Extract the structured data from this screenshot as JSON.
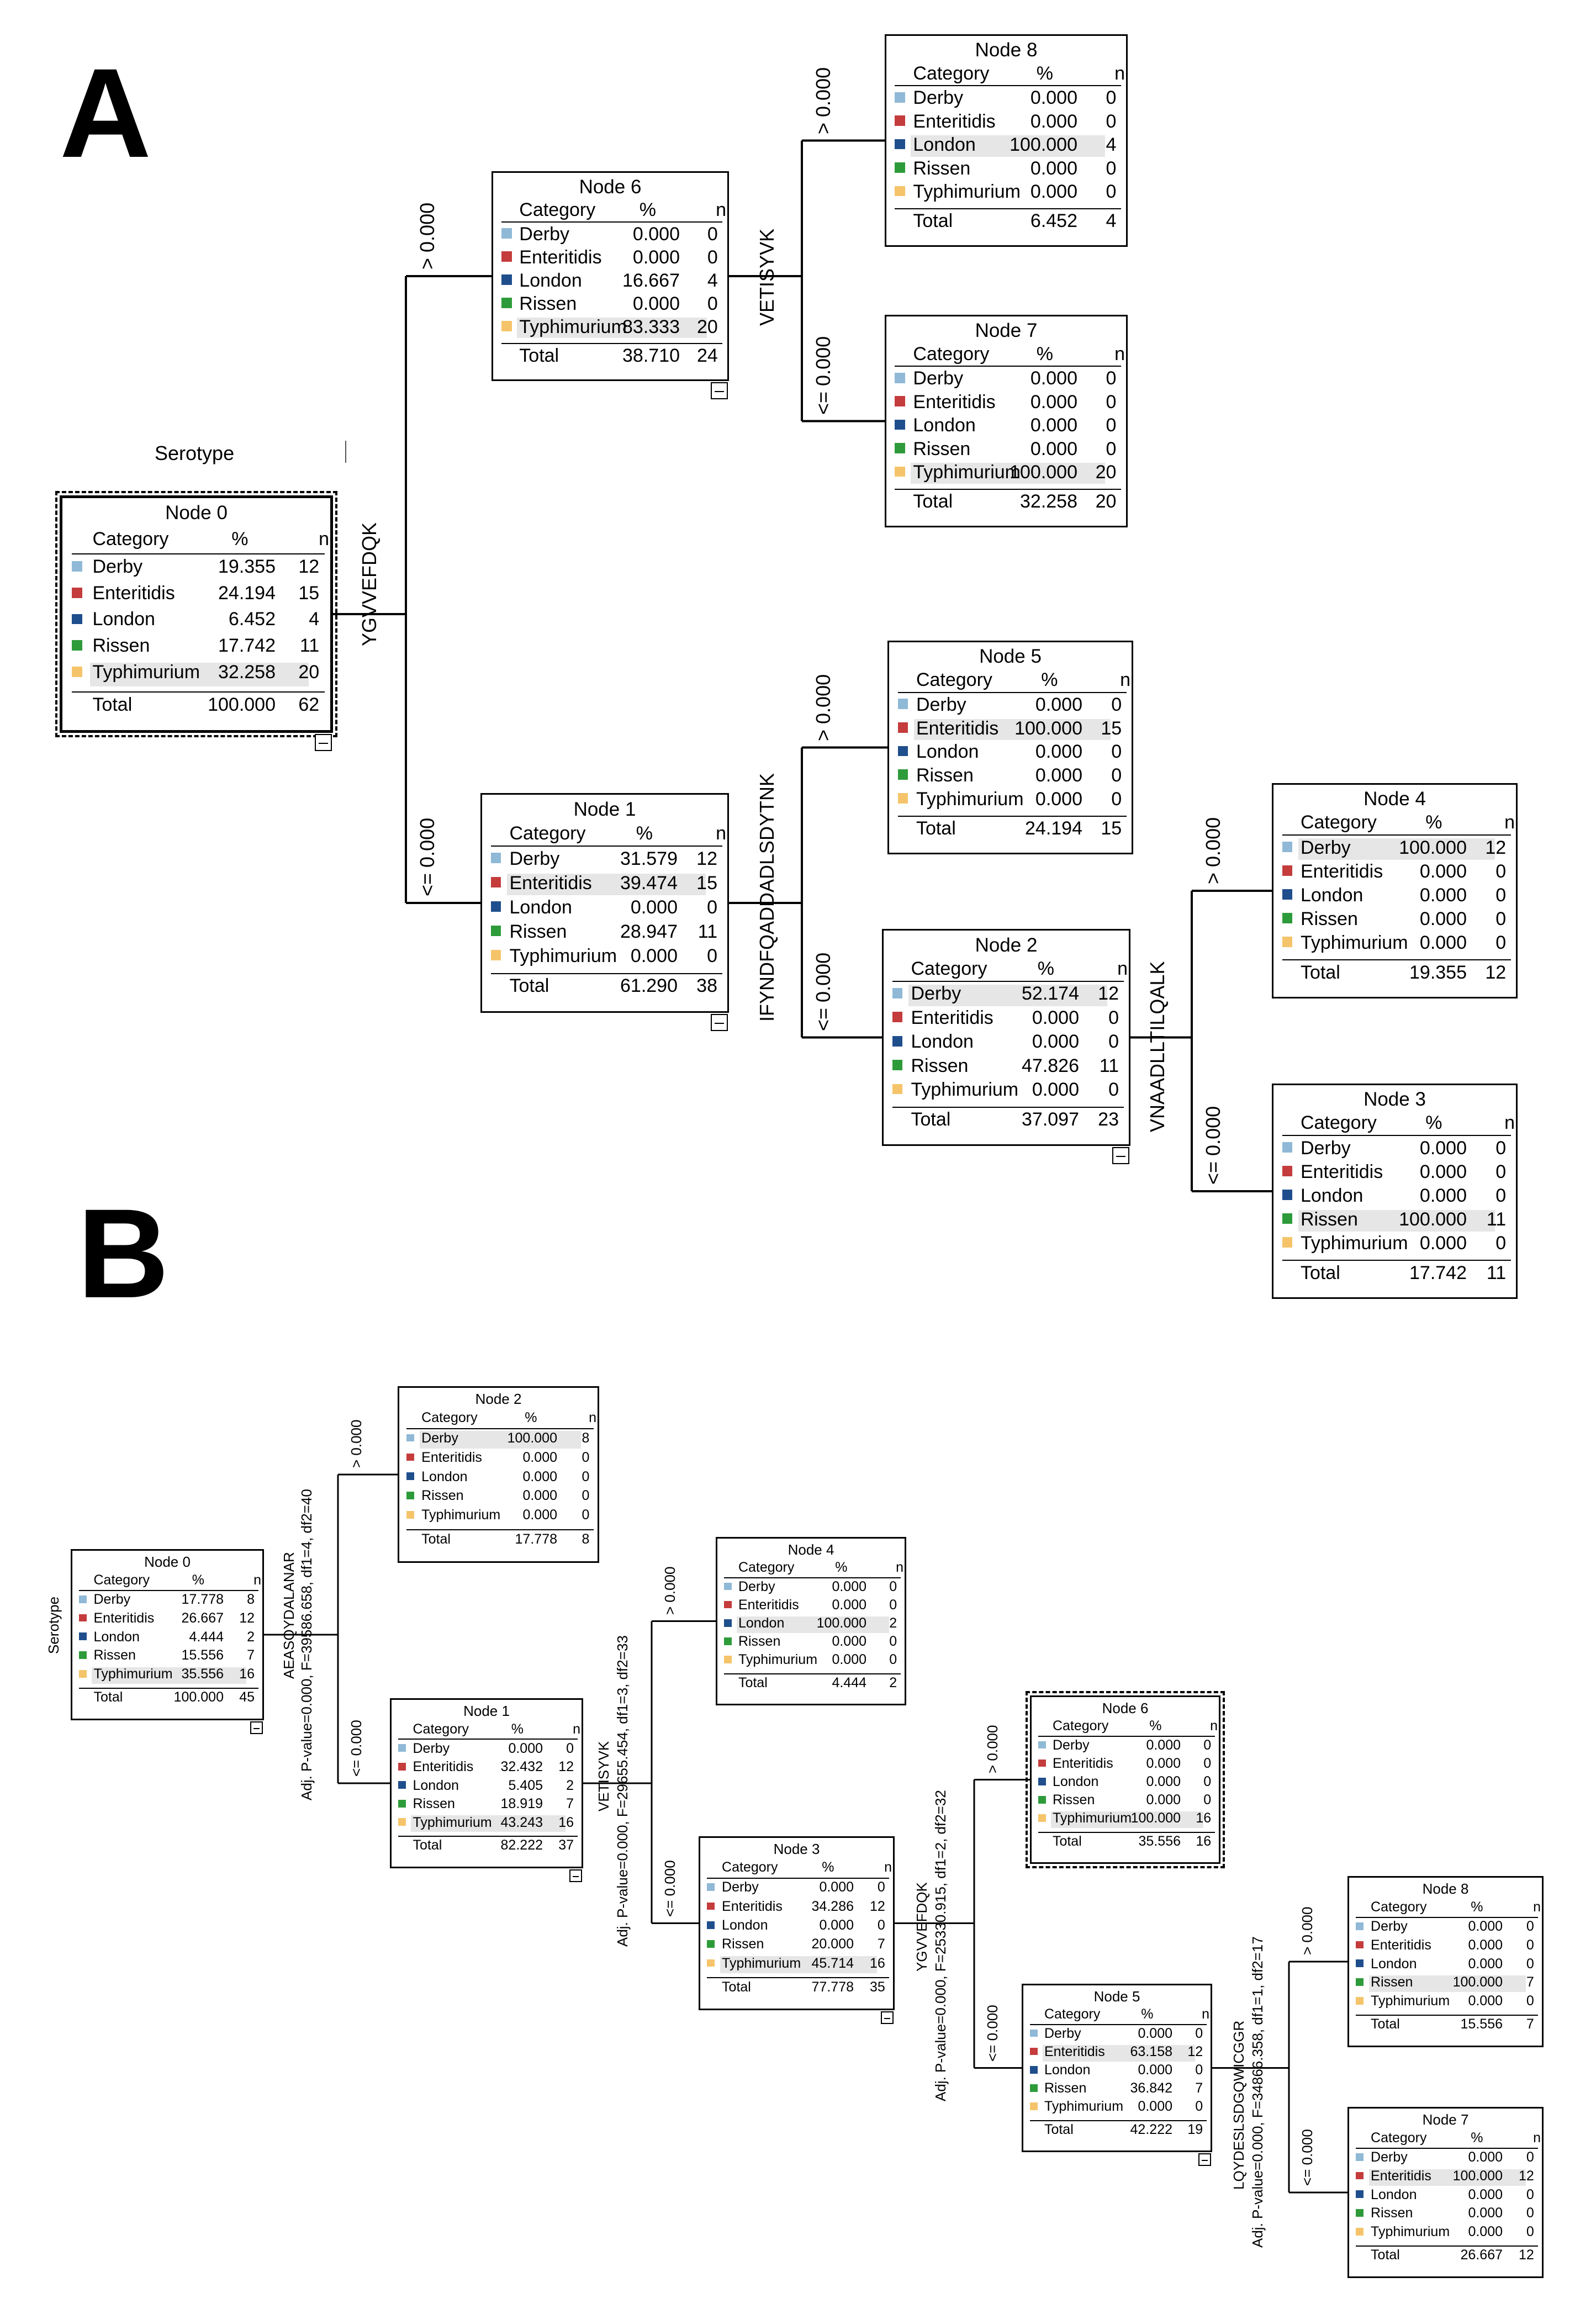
{
  "colors": {
    "Derby": "#8fb9d6",
    "Enteritidis": "#c43c3c",
    "London": "#1f4e8c",
    "Rissen": "#2e9b3a",
    "Typhimurium": "#f5c46a"
  },
  "panels": [
    {
      "letter": "A",
      "root_title": "Serotype",
      "headers": {
        "category": "Category",
        "percent": "%",
        "n": "n",
        "total": "Total"
      },
      "collapse_icon": "minus-icon",
      "nodes": [
        {
          "id": "n0",
          "title": "Node 0",
          "rows": [
            [
              "Derby",
              "19.355",
              "12"
            ],
            [
              "Enteritidis",
              "24.194",
              "15"
            ],
            [
              "London",
              "6.452",
              "4"
            ],
            [
              "Rissen",
              "17.742",
              "11"
            ],
            [
              "Typhimurium",
              "32.258",
              "20"
            ]
          ],
          "total": [
            "100.000",
            "62"
          ]
        },
        {
          "id": "n6",
          "title": "Node 6",
          "rows": [
            [
              "Derby",
              "0.000",
              "0"
            ],
            [
              "Enteritidis",
              "0.000",
              "0"
            ],
            [
              "London",
              "16.667",
              "4"
            ],
            [
              "Rissen",
              "0.000",
              "0"
            ],
            [
              "Typhimurium",
              "83.333",
              "20"
            ]
          ],
          "total": [
            "38.710",
            "24"
          ]
        },
        {
          "id": "n8",
          "title": "Node 8",
          "rows": [
            [
              "Derby",
              "0.000",
              "0"
            ],
            [
              "Enteritidis",
              "0.000",
              "0"
            ],
            [
              "London",
              "100.000",
              "4"
            ],
            [
              "Rissen",
              "0.000",
              "0"
            ],
            [
              "Typhimurium",
              "0.000",
              "0"
            ]
          ],
          "total": [
            "6.452",
            "4"
          ]
        },
        {
          "id": "n7",
          "title": "Node 7",
          "rows": [
            [
              "Derby",
              "0.000",
              "0"
            ],
            [
              "Enteritidis",
              "0.000",
              "0"
            ],
            [
              "London",
              "0.000",
              "0"
            ],
            [
              "Rissen",
              "0.000",
              "0"
            ],
            [
              "Typhimurium",
              "100.000",
              "20"
            ]
          ],
          "total": [
            "32.258",
            "20"
          ]
        },
        {
          "id": "n1",
          "title": "Node 1",
          "rows": [
            [
              "Derby",
              "31.579",
              "12"
            ],
            [
              "Enteritidis",
              "39.474",
              "15"
            ],
            [
              "London",
              "0.000",
              "0"
            ],
            [
              "Rissen",
              "28.947",
              "11"
            ],
            [
              "Typhimurium",
              "0.000",
              "0"
            ]
          ],
          "total": [
            "61.290",
            "38"
          ]
        },
        {
          "id": "n5",
          "title": "Node 5",
          "rows": [
            [
              "Derby",
              "0.000",
              "0"
            ],
            [
              "Enteritidis",
              "100.000",
              "15"
            ],
            [
              "London",
              "0.000",
              "0"
            ],
            [
              "Rissen",
              "0.000",
              "0"
            ],
            [
              "Typhimurium",
              "0.000",
              "0"
            ]
          ],
          "total": [
            "24.194",
            "15"
          ]
        },
        {
          "id": "n2",
          "title": "Node 2",
          "rows": [
            [
              "Derby",
              "52.174",
              "12"
            ],
            [
              "Enteritidis",
              "0.000",
              "0"
            ],
            [
              "London",
              "0.000",
              "0"
            ],
            [
              "Rissen",
              "47.826",
              "11"
            ],
            [
              "Typhimurium",
              "0.000",
              "0"
            ]
          ],
          "total": [
            "37.097",
            "23"
          ]
        },
        {
          "id": "n4",
          "title": "Node 4",
          "rows": [
            [
              "Derby",
              "100.000",
              "12"
            ],
            [
              "Enteritidis",
              "0.000",
              "0"
            ],
            [
              "London",
              "0.000",
              "0"
            ],
            [
              "Rissen",
              "0.000",
              "0"
            ],
            [
              "Typhimurium",
              "0.000",
              "0"
            ]
          ],
          "total": [
            "19.355",
            "12"
          ]
        },
        {
          "id": "n3",
          "title": "Node 3",
          "rows": [
            [
              "Derby",
              "0.000",
              "0"
            ],
            [
              "Enteritidis",
              "0.000",
              "0"
            ],
            [
              "London",
              "0.000",
              "0"
            ],
            [
              "Rissen",
              "100.000",
              "11"
            ],
            [
              "Typhimurium",
              "0.000",
              "0"
            ]
          ],
          "total": [
            "17.742",
            "11"
          ]
        }
      ],
      "splits": [
        {
          "id": "s0",
          "label": "YGVVEFDQK",
          "stats": ""
        },
        {
          "id": "s6",
          "label": "VETISYVK",
          "stats": ""
        },
        {
          "id": "s1",
          "label": "IFYNDFQADDADLSDYTNK",
          "stats": ""
        },
        {
          "id": "s2",
          "label": "VNAADLLTILQALK",
          "stats": ""
        }
      ],
      "branch_labels": {
        "gt": "> 0.000",
        "le": "<= 0.000"
      },
      "highlight": {
        "n0": 4,
        "n6": 4,
        "n8": 2,
        "n7": 4,
        "n1": 1,
        "n5": 1,
        "n2": 0,
        "n4": 0,
        "n3": 3
      }
    },
    {
      "letter": "B",
      "root_title": "Serotype",
      "headers": {
        "category": "Category",
        "percent": "%",
        "n": "n",
        "total": "Total"
      },
      "collapse_icon": "minus-icon",
      "nodes": [
        {
          "id": "n0",
          "title": "Node 0",
          "rows": [
            [
              "Derby",
              "17.778",
              "8"
            ],
            [
              "Enteritidis",
              "26.667",
              "12"
            ],
            [
              "London",
              "4.444",
              "2"
            ],
            [
              "Rissen",
              "15.556",
              "7"
            ],
            [
              "Typhimurium",
              "35.556",
              "16"
            ]
          ],
          "total": [
            "100.000",
            "45"
          ]
        },
        {
          "id": "n2",
          "title": "Node 2",
          "rows": [
            [
              "Derby",
              "100.000",
              "8"
            ],
            [
              "Enteritidis",
              "0.000",
              "0"
            ],
            [
              "London",
              "0.000",
              "0"
            ],
            [
              "Rissen",
              "0.000",
              "0"
            ],
            [
              "Typhimurium",
              "0.000",
              "0"
            ]
          ],
          "total": [
            "17.778",
            "8"
          ]
        },
        {
          "id": "n1",
          "title": "Node 1",
          "rows": [
            [
              "Derby",
              "0.000",
              "0"
            ],
            [
              "Enteritidis",
              "32.432",
              "12"
            ],
            [
              "London",
              "5.405",
              "2"
            ],
            [
              "Rissen",
              "18.919",
              "7"
            ],
            [
              "Typhimurium",
              "43.243",
              "16"
            ]
          ],
          "total": [
            "82.222",
            "37"
          ]
        },
        {
          "id": "n4",
          "title": "Node 4",
          "rows": [
            [
              "Derby",
              "0.000",
              "0"
            ],
            [
              "Enteritidis",
              "0.000",
              "0"
            ],
            [
              "London",
              "100.000",
              "2"
            ],
            [
              "Rissen",
              "0.000",
              "0"
            ],
            [
              "Typhimurium",
              "0.000",
              "0"
            ]
          ],
          "total": [
            "4.444",
            "2"
          ]
        },
        {
          "id": "n3",
          "title": "Node 3",
          "rows": [
            [
              "Derby",
              "0.000",
              "0"
            ],
            [
              "Enteritidis",
              "34.286",
              "12"
            ],
            [
              "London",
              "0.000",
              "0"
            ],
            [
              "Rissen",
              "20.000",
              "7"
            ],
            [
              "Typhimurium",
              "45.714",
              "16"
            ]
          ],
          "total": [
            "77.778",
            "35"
          ]
        },
        {
          "id": "n6",
          "title": "Node 6",
          "rows": [
            [
              "Derby",
              "0.000",
              "0"
            ],
            [
              "Enteritidis",
              "0.000",
              "0"
            ],
            [
              "London",
              "0.000",
              "0"
            ],
            [
              "Rissen",
              "0.000",
              "0"
            ],
            [
              "Typhimurium",
              "100.000",
              "16"
            ]
          ],
          "total": [
            "35.556",
            "16"
          ]
        },
        {
          "id": "n5",
          "title": "Node 5",
          "rows": [
            [
              "Derby",
              "0.000",
              "0"
            ],
            [
              "Enteritidis",
              "63.158",
              "12"
            ],
            [
              "London",
              "0.000",
              "0"
            ],
            [
              "Rissen",
              "36.842",
              "7"
            ],
            [
              "Typhimurium",
              "0.000",
              "0"
            ]
          ],
          "total": [
            "42.222",
            "19"
          ]
        },
        {
          "id": "n8",
          "title": "Node 8",
          "rows": [
            [
              "Derby",
              "0.000",
              "0"
            ],
            [
              "Enteritidis",
              "0.000",
              "0"
            ],
            [
              "London",
              "0.000",
              "0"
            ],
            [
              "Rissen",
              "100.000",
              "7"
            ],
            [
              "Typhimurium",
              "0.000",
              "0"
            ]
          ],
          "total": [
            "15.556",
            "7"
          ]
        },
        {
          "id": "n7",
          "title": "Node 7",
          "rows": [
            [
              "Derby",
              "0.000",
              "0"
            ],
            [
              "Enteritidis",
              "100.000",
              "12"
            ],
            [
              "London",
              "0.000",
              "0"
            ],
            [
              "Rissen",
              "0.000",
              "0"
            ],
            [
              "Typhimurium",
              "0.000",
              "0"
            ]
          ],
          "total": [
            "26.667",
            "12"
          ]
        }
      ],
      "splits": [
        {
          "id": "s0",
          "label": "AEASQYDALANAR",
          "stats": "Adj. P-value=0.000, F=39586.658, df1=4, df2=40"
        },
        {
          "id": "s1",
          "label": "VETISYVK",
          "stats": "Adj. P-value=0.000, F=29655.454, df1=3, df2=33"
        },
        {
          "id": "s3",
          "label": "YGVVEFDQK",
          "stats": "Adj. P-value=0.000, F=25330.915, df1=2, df2=32"
        },
        {
          "id": "s5",
          "label": "LQYDESLSDGQWICGGR",
          "stats": "Adj. P-value=0.000, F=34866.358, df1=1, df2=17"
        }
      ],
      "branch_labels": {
        "gt": "> 0.000",
        "le": "<= 0.000"
      },
      "highlight": {
        "n0": 4,
        "n2": 0,
        "n1": 4,
        "n4": 2,
        "n3": 4,
        "n6": 4,
        "n5": 1,
        "n8": 3,
        "n7": 1
      }
    }
  ]
}
